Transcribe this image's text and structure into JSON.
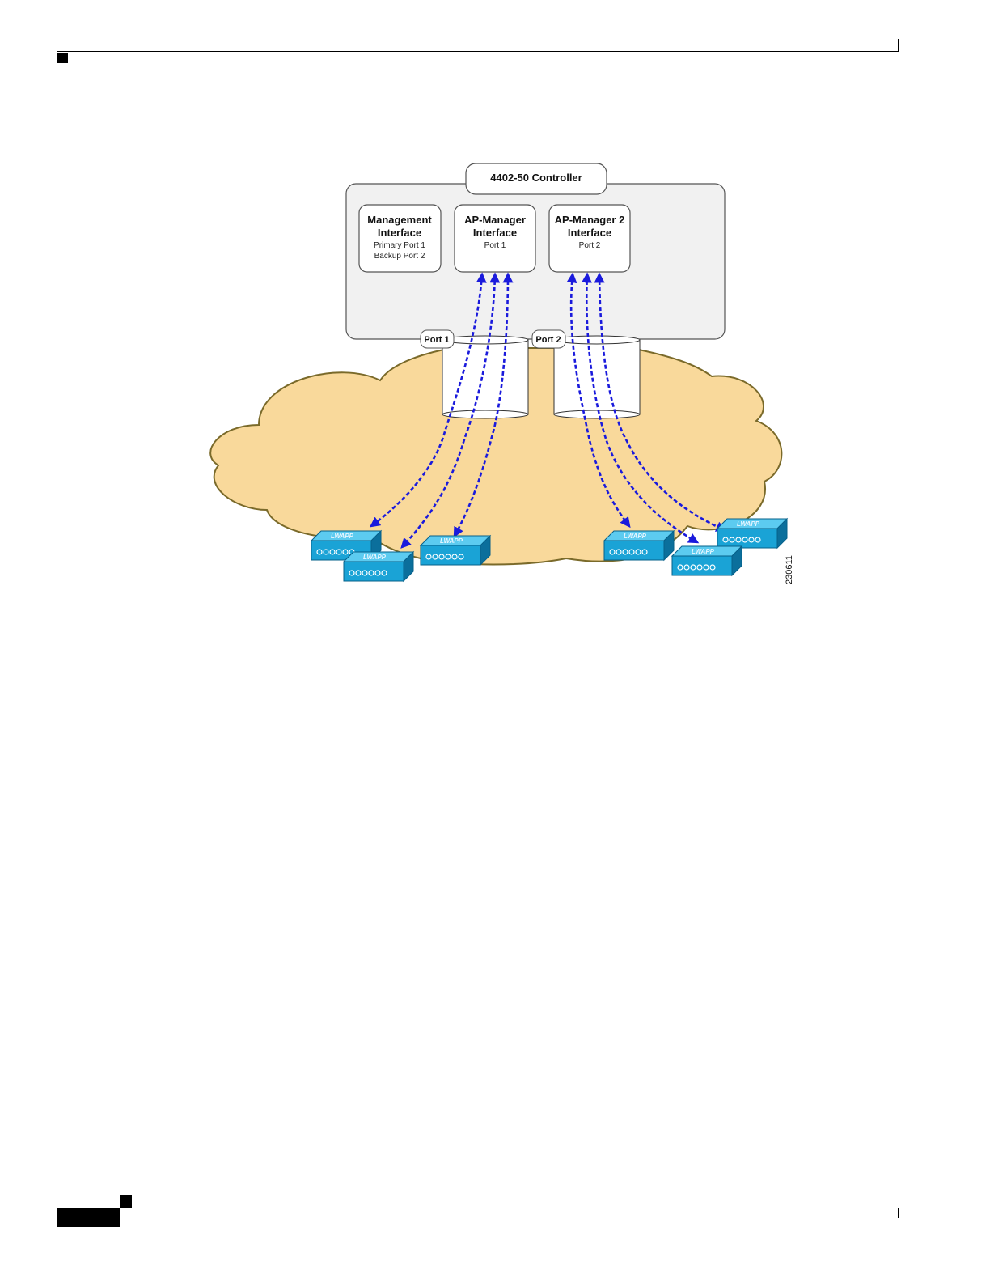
{
  "controller": {
    "title": "4402-50 Controller"
  },
  "interfaces": [
    {
      "name_line1": "Management",
      "name_line2": "Interface",
      "detail_line1": "Primary Port 1",
      "detail_line2": "Backup Port 2"
    },
    {
      "name_line1": "AP-Manager",
      "name_line2": "Interface",
      "detail_line1": "Port 1"
    },
    {
      "name_line1": "AP-Manager 2",
      "name_line2": "Interface",
      "detail_line1": "Port 2"
    }
  ],
  "ports": [
    {
      "label": "Port 1"
    },
    {
      "label": "Port 2"
    }
  ],
  "access_points": {
    "count": 6,
    "icon": "access-point-icon"
  },
  "figure_id": "230611",
  "colors": {
    "cloud_fill": "#f9d99b",
    "cloud_stroke": "#7a6a2a",
    "controller_fill": "#f1f1f1",
    "arrow": "#1a1adc",
    "ap_fill": "#1aa3d6"
  }
}
